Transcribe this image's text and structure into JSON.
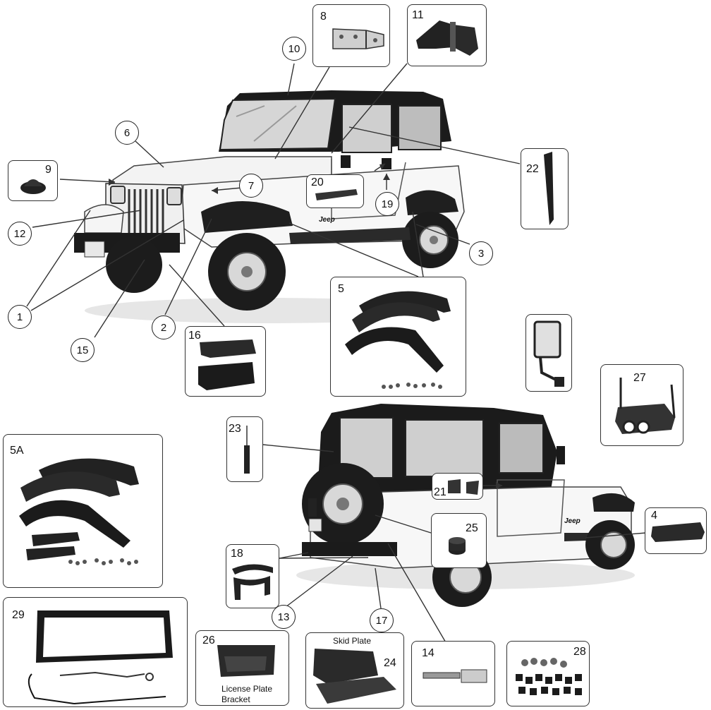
{
  "callouts": {
    "c1": "1",
    "c2": "2",
    "c3": "3",
    "c6": "6",
    "c7": "7",
    "c10": "10",
    "c12": "12",
    "c13": "13",
    "c15": "15",
    "c17": "17",
    "c19": "19"
  },
  "boxes": {
    "b4": "4",
    "b5": "5",
    "b5a": "5A",
    "b8": "8",
    "b9": "9",
    "b11": "11",
    "b14": "14",
    "b16": "16",
    "b18": "18",
    "b20": "20",
    "b21": "21",
    "b22": "22",
    "b23": "23",
    "b24": "24",
    "b25": "25",
    "b26": "26",
    "b27": "27",
    "b28": "28",
    "b29": "29"
  },
  "captions": {
    "skid_plate": "Skid Plate",
    "license_plate_line1": "License Plate",
    "license_plate_line2": "Bracket"
  },
  "vehicle_text": {
    "front_badge": "Jeep",
    "rear_badge": "Jeep"
  },
  "colors": {
    "body": "#f4f4f4",
    "top": "#1a1a1a",
    "part": "#222222",
    "line": "#333333"
  }
}
